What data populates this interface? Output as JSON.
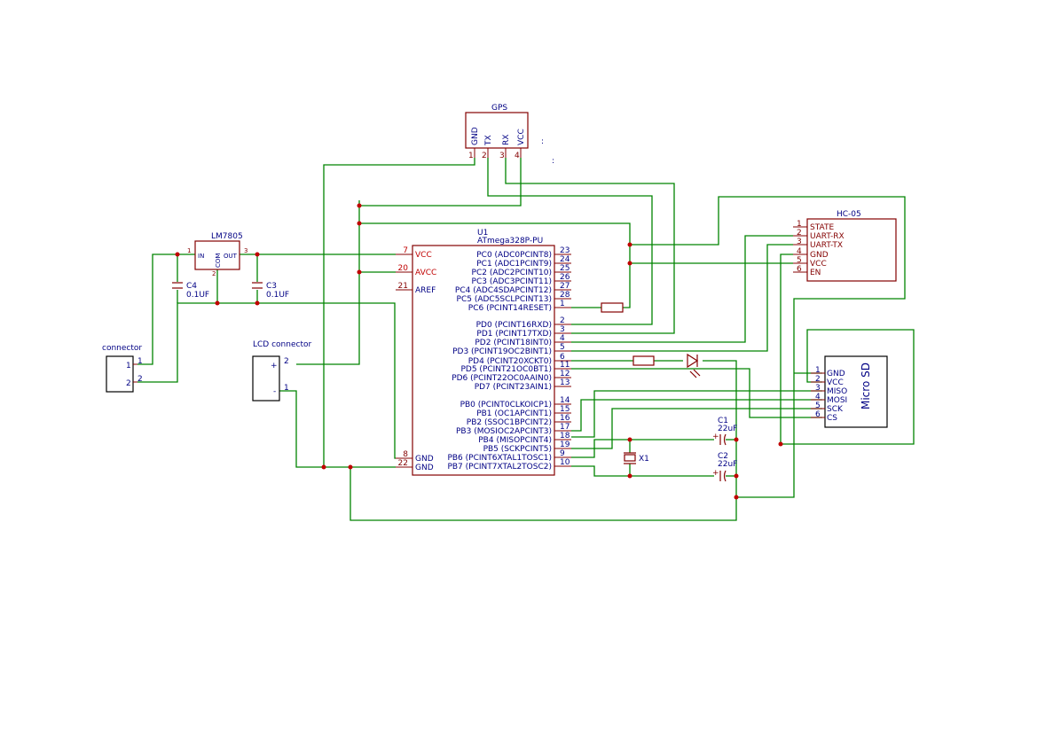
{
  "mcu": {
    "ref": "U1",
    "value": "ATmega328P-PU",
    "left_pins": [
      {
        "num": "7",
        "name": "VCC"
      },
      {
        "num": "20",
        "name": "AVCC"
      },
      {
        "num": "21",
        "name": "AREF"
      },
      {
        "num": "8",
        "name": "GND"
      },
      {
        "num": "22",
        "name": "GND"
      }
    ],
    "right_pins": [
      {
        "num": "23",
        "name": "PC0 (ADC0PCINT8)"
      },
      {
        "num": "24",
        "name": "PC1 (ADC1PCINT9)"
      },
      {
        "num": "25",
        "name": "PC2 (ADC2PCINT10)"
      },
      {
        "num": "26",
        "name": "PC3 (ADC3PCINT11)"
      },
      {
        "num": "27",
        "name": "PC4 (ADC4SDAPCINT12)"
      },
      {
        "num": "28",
        "name": "PC5 (ADC5SCLPCINT13)"
      },
      {
        "num": "1",
        "name": "PC6 (PCINT14RESET)"
      },
      {
        "num": "2",
        "name": "PD0 (PCINT16RXD)"
      },
      {
        "num": "3",
        "name": "PD1 (PCINT17TXD)"
      },
      {
        "num": "4",
        "name": "PD2 (PCINT18INT0)"
      },
      {
        "num": "5",
        "name": "PD3 (PCINT19OC2BINT1)"
      },
      {
        "num": "6",
        "name": "PD4 (PCINT20XCKT0)"
      },
      {
        "num": "11",
        "name": "PD5 (PCINT21OC0BT1)"
      },
      {
        "num": "12",
        "name": "PD6 (PCINT22OC0AAIN0)"
      },
      {
        "num": "13",
        "name": "PD7 (PCINT23AIN1)"
      },
      {
        "num": "14",
        "name": "PB0 (PCINT0CLKOICP1)"
      },
      {
        "num": "15",
        "name": "PB1 (OC1APCINT1)"
      },
      {
        "num": "16",
        "name": "PB2 (SSOC1BPCINT2)"
      },
      {
        "num": "17",
        "name": "PB3 (MOSIOC2APCINT3)"
      },
      {
        "num": "18",
        "name": "PB4 (MISOPCINT4)"
      },
      {
        "num": "19",
        "name": "PB5 (SCKPCINT5)"
      },
      {
        "num": "9",
        "name": "PB6 (PCINT6XTAL1TOSC1)"
      },
      {
        "num": "10",
        "name": "PB7 (PCINT7XTAL2TOSC2)"
      }
    ]
  },
  "gps": {
    "title": "GPS",
    "pins": [
      {
        "num": "1",
        "name": "GND"
      },
      {
        "num": "2",
        "name": "TX"
      },
      {
        "num": "3",
        "name": "RX"
      },
      {
        "num": "4",
        "name": "VCC"
      }
    ]
  },
  "hc05": {
    "title": "HC-05",
    "pins": [
      {
        "num": "1",
        "name": "STATE"
      },
      {
        "num": "2",
        "name": "UART-RX"
      },
      {
        "num": "3",
        "name": "UART-TX"
      },
      {
        "num": "4",
        "name": "GND"
      },
      {
        "num": "5",
        "name": "VCC"
      },
      {
        "num": "6",
        "name": "EN"
      }
    ]
  },
  "microsd": {
    "title": "Micro SD",
    "pins": [
      {
        "num": "1",
        "name": "GND"
      },
      {
        "num": "2",
        "name": "VCC"
      },
      {
        "num": "3",
        "name": "MISO"
      },
      {
        "num": "4",
        "name": "MOSI"
      },
      {
        "num": "5",
        "name": "SCK"
      },
      {
        "num": "6",
        "name": "CS"
      }
    ]
  },
  "regulator": {
    "title": "LM7805",
    "pin_in": "IN",
    "pin_com": "COM",
    "pin_out": "OUT",
    "num_in": "1",
    "num_com": "2",
    "num_out": "3"
  },
  "c4": {
    "ref": "C4",
    "value": "0.1UF"
  },
  "c3": {
    "ref": "C3",
    "value": "0.1UF"
  },
  "c1": {
    "ref": "C1",
    "value": "22uF"
  },
  "c2": {
    "ref": "C2",
    "value": "22uF"
  },
  "x1": {
    "ref": "X1"
  },
  "power_connector": {
    "title": "connector",
    "pin1": "1",
    "pin2": "2"
  },
  "lcd_connector": {
    "title": "LCD connector",
    "plus": "+",
    "minus": "-",
    "pin_plus": "2",
    "pin_minus": "1"
  },
  "colors": {
    "wire": "#008400",
    "body": "#840000",
    "label": "#000084",
    "junction": "#c00000"
  }
}
